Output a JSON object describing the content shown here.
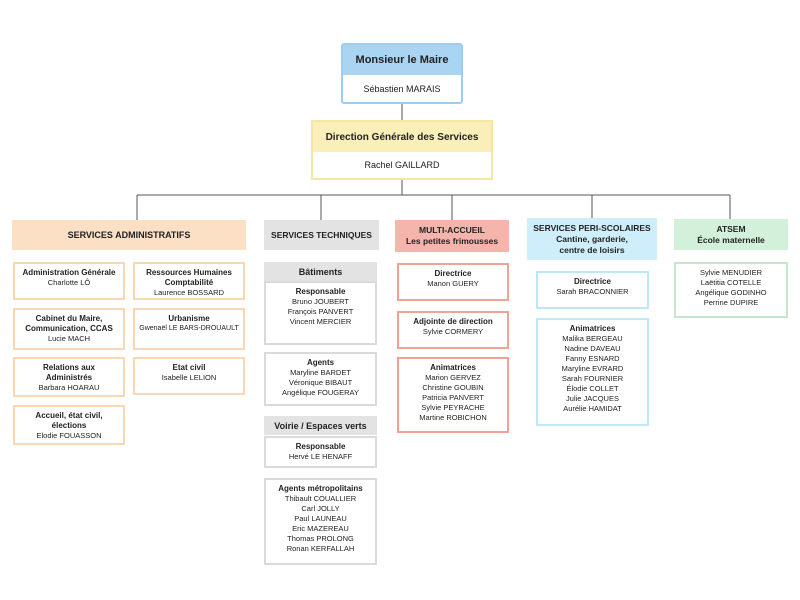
{
  "maire": {
    "title": "Monsieur le Maire",
    "name": "Sébastien MARAIS"
  },
  "dgs": {
    "title": "Direction Générale des Services",
    "name": "Rachel GAILLARD"
  },
  "admin": {
    "header": "SERVICES ADMINISTRATIFS",
    "boxes": [
      {
        "title": "Administration Générale",
        "names": [
          "Charlotte LÔ"
        ]
      },
      {
        "title": "Cabinet du Maire, Communication, CCAS",
        "names": [
          "Lucie MACH"
        ]
      },
      {
        "title": "Relations aux Administrés",
        "names": [
          "Barbara HOARAU"
        ]
      },
      {
        "title": "Accueil, état civil, élections",
        "names": [
          "Elodie FOUASSON"
        ]
      },
      {
        "title": "Ressources Humaines Comptabilité",
        "names": [
          "Laurence BOSSARD"
        ]
      },
      {
        "title": "Urbanisme",
        "names": [
          "Gwenaël LE BARS-DROUAULT"
        ]
      },
      {
        "title": "Etat civil",
        "names": [
          "Isabelle LELION"
        ]
      }
    ]
  },
  "tech": {
    "header": "SERVICES TECHNIQUES",
    "batiments": "Bâtiments",
    "voirie": "Voirie / Espaces verts",
    "responsable_bat": {
      "title": "Responsable",
      "names": [
        "Bruno JOUBERT",
        "François PANVERT",
        "Vincent MERCIER"
      ]
    },
    "agents": {
      "title": "Agents",
      "names": [
        "Maryline BARDET",
        "Véronique BIBAUT",
        "Angélique FOUGERAY"
      ]
    },
    "responsable_voirie": {
      "title": "Responsable",
      "names": [
        "Hervé LE HENAFF"
      ]
    },
    "agents_metro": {
      "title": "Agents métropolitains",
      "names": [
        "Thibault COUALLIER",
        "Carl JOLLY",
        "Paul LAUNEAU",
        "Eric MAZEREAU",
        "Thomas PROLONG",
        "Ronan KERFALLAH"
      ]
    }
  },
  "multi": {
    "header1": "MULTI-ACCUEIL",
    "header2": "Les petites frimousses",
    "boxes": [
      {
        "title": "Directrice",
        "names": [
          "Manon GUERY"
        ]
      },
      {
        "title": "Adjointe de direction",
        "names": [
          "Sylvie CORMERY"
        ]
      },
      {
        "title": "Animatrices",
        "names": [
          "Marion GERVEZ",
          "Christine GOUBIN",
          "Patricia PANVERT",
          "Sylvie PEYRACHE",
          "Martine ROBICHON"
        ]
      }
    ]
  },
  "peri": {
    "header1": "SERVICES PERI-SCOLAIRES",
    "header2": "Cantine, garderie, centre de loisirs",
    "boxes": [
      {
        "title": "Directrice",
        "names": [
          "Sarah BRACONNIER"
        ]
      },
      {
        "title": "Animatrices",
        "names": [
          "Malika BERGEAU",
          "Nadine DAVEAU",
          "Fanny ESNARD",
          "Maryline EVRARD",
          "Sarah FOURNIER",
          "Élodie COLLET",
          "Julie JACQUES",
          "Aurélie HAMIDAT"
        ]
      }
    ]
  },
  "atsem": {
    "header1": "ATSEM",
    "header2": "École maternelle",
    "names": [
      "Sylvie MENUDIER",
      "Laëtitia COTELLE",
      "Angélique GODINHO",
      "Perrine DUPIRE"
    ]
  },
  "colors": {
    "maire_header": "#a9d5f2",
    "maire_border": "#9fcdef",
    "dgs_header": "#faeeb9",
    "dgs_border": "#f6e6a3",
    "admin_header": "#fbe0c5",
    "admin_border": "#f8d7b3",
    "tech_header": "#e3e3e3",
    "tech_border": "#dadada",
    "multi_header": "#f5b4ac",
    "multi_border": "#f0a298",
    "peri_header": "#cfeefb",
    "peri_border": "#bde6f6",
    "atsem_header": "#d2f0da",
    "atsem_border": "#c1e8cb"
  }
}
